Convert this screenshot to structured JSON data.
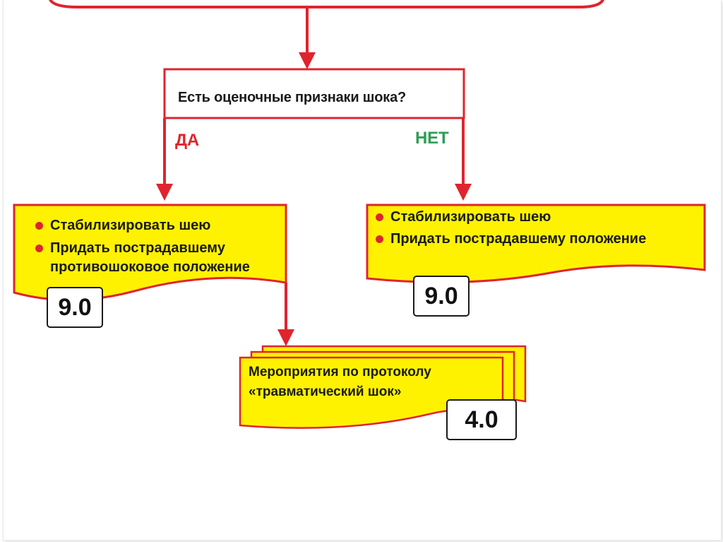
{
  "question": "Есть оценочные признаки шока?",
  "branches": {
    "yes": "ДА",
    "no": "НЕТ"
  },
  "left_box": {
    "items": [
      "Стабилизировать шею",
      "Придать пострадавшему",
      "противошоковое положение"
    ],
    "code": "9.0"
  },
  "right_box": {
    "items": [
      "Стабилизировать шею",
      "Придать пострадавшему положение"
    ],
    "code": "9.0"
  },
  "protocol_box": {
    "lines": [
      "Мероприятия по протоколу",
      "«травматический шок»"
    ],
    "code": "4.0"
  },
  "colors": {
    "red": "#e0242e",
    "yellow": "#fff200",
    "green": "#2e9e57"
  }
}
